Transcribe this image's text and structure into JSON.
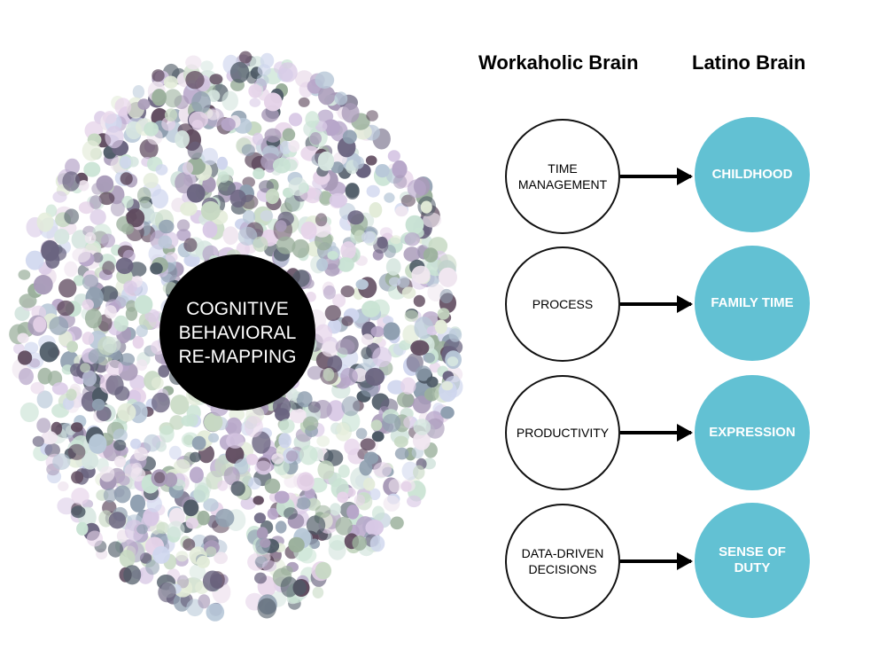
{
  "brain": {
    "center_label": "COGNITIVE\nBEHAVIORAL\nRE-MAPPING",
    "dot_colors": [
      "#c9e3d4",
      "#d9c9e6",
      "#b8c8d8",
      "#e6d3e9",
      "#a89ab8",
      "#6a6480",
      "#c7d9c3",
      "#f0e6f0",
      "#8f9fb0",
      "#4e5a66",
      "#d6e6e0",
      "#b7a6c9",
      "#e3ecd9",
      "#9bb09c",
      "#5f4a5e",
      "#cfd6ee"
    ]
  },
  "columns": {
    "left_header": "Workaholic Brain",
    "right_header": "Latino Brain"
  },
  "rows": [
    {
      "left": "TIME\nMANAGEMENT",
      "right": "CHILDHOOD"
    },
    {
      "left": "PROCESS",
      "right": "FAMILY TIME"
    },
    {
      "left": "PRODUCTIVITY",
      "right": "EXPRESSION"
    },
    {
      "left": "DATA-DRIVEN\nDECISIONS",
      "right": "SENSE OF\nDUTY"
    }
  ],
  "colors": {
    "accent": "#62c1d3",
    "outline": "#111111"
  }
}
